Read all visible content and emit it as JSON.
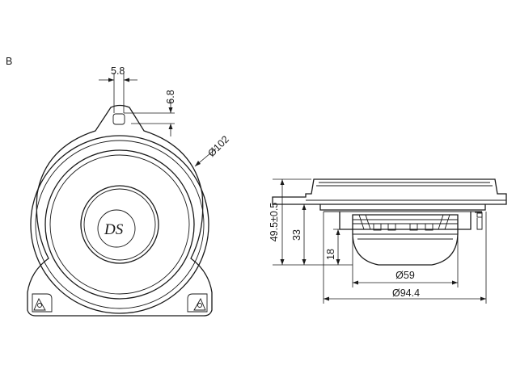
{
  "figure_label": "B",
  "front_view": {
    "dimensions": {
      "tab_width": "5.8",
      "tab_height": "6.8",
      "outer_diameter": "Ø102"
    },
    "logo_text": "DS"
  },
  "side_view": {
    "dimensions": {
      "total_height": "49.5±0.5",
      "mounting_depth": "33",
      "magnet_height": "18",
      "magnet_diameter": "Ø59",
      "cutout_diameter": "Ø94.4"
    }
  }
}
